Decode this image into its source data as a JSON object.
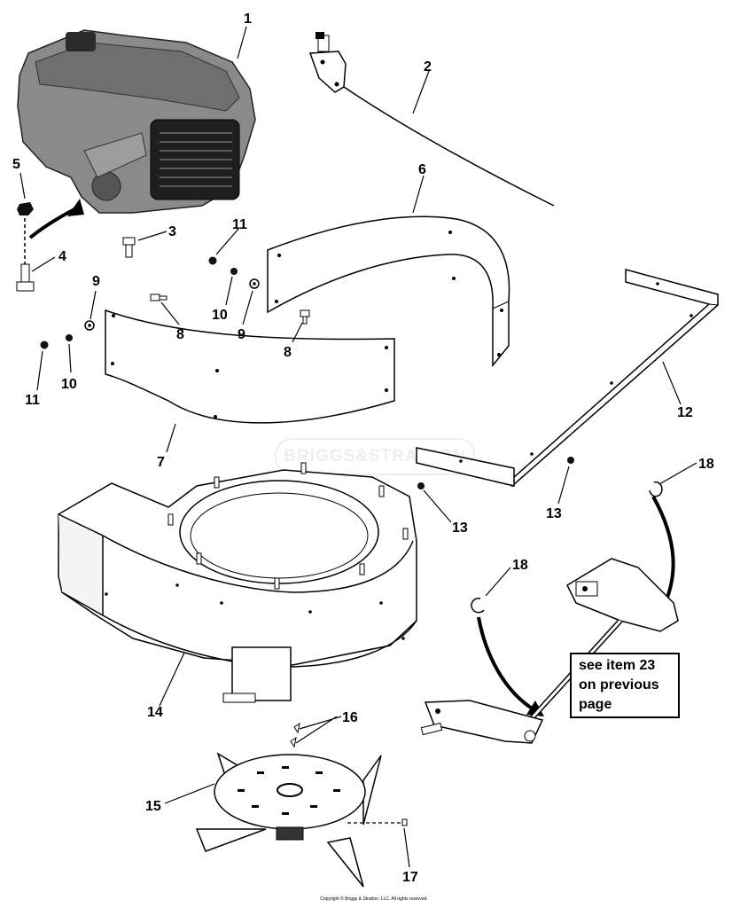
{
  "callouts": {
    "c1": "1",
    "c2": "2",
    "c3": "3",
    "c4": "4",
    "c5": "5",
    "c6": "6",
    "c7": "7",
    "c8a": "8",
    "c8b": "8",
    "c9a": "9",
    "c9b": "9",
    "c10a": "10",
    "c10b": "10",
    "c11a": "11",
    "c11b": "11",
    "c12": "12",
    "c13a": "13",
    "c13b": "13",
    "c14": "14",
    "c15": "15",
    "c16": "16",
    "c17": "17",
    "c18a": "18",
    "c18b": "18"
  },
  "note": {
    "line1": "see item 23",
    "line2": "on previous",
    "line3": "page"
  },
  "watermark": "BRIGGS&STRATTON",
  "copyright": "Copyright © Briggs & Stratton, LLC. All rights reserved."
}
